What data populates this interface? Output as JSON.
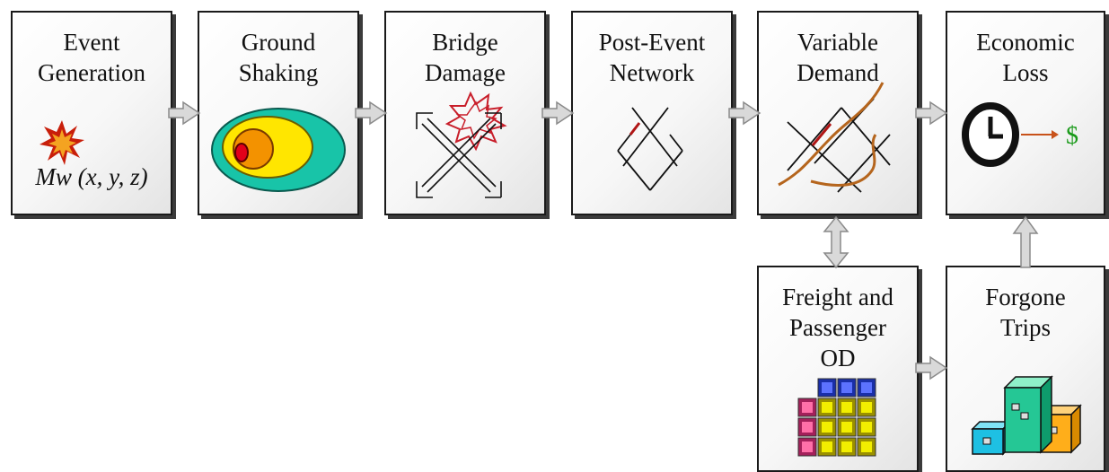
{
  "boxes": {
    "event_generation": {
      "label": "Event\nGeneration",
      "formula": "Mw (x, y, z)"
    },
    "ground_shaking": {
      "label": "Ground\nShaking"
    },
    "bridge_damage": {
      "label": "Bridge\nDamage"
    },
    "post_event_network": {
      "label": "Post-Event\nNetwork"
    },
    "variable_demand": {
      "label": "Variable\nDemand"
    },
    "economic_loss": {
      "label": "Economic\nLoss",
      "currency": "$"
    },
    "freight_passenger_od": {
      "label": "Freight and\nPassenger\nOD"
    },
    "forgone_trips": {
      "label": "Forgone\nTrips"
    }
  },
  "colors": {
    "network_line": "#111111",
    "damaged_link": "#b01515",
    "demand_route": "#b5651d",
    "money": "#1a9a1a",
    "arrow_fill": "#d9d9d9"
  },
  "icons": [
    "explosion-icon",
    "shaking-contours-icon",
    "bridge-damage-icon",
    "network-icon",
    "demand-routes-icon",
    "clock-icon",
    "od-matrix-icon",
    "cubes-icon"
  ]
}
